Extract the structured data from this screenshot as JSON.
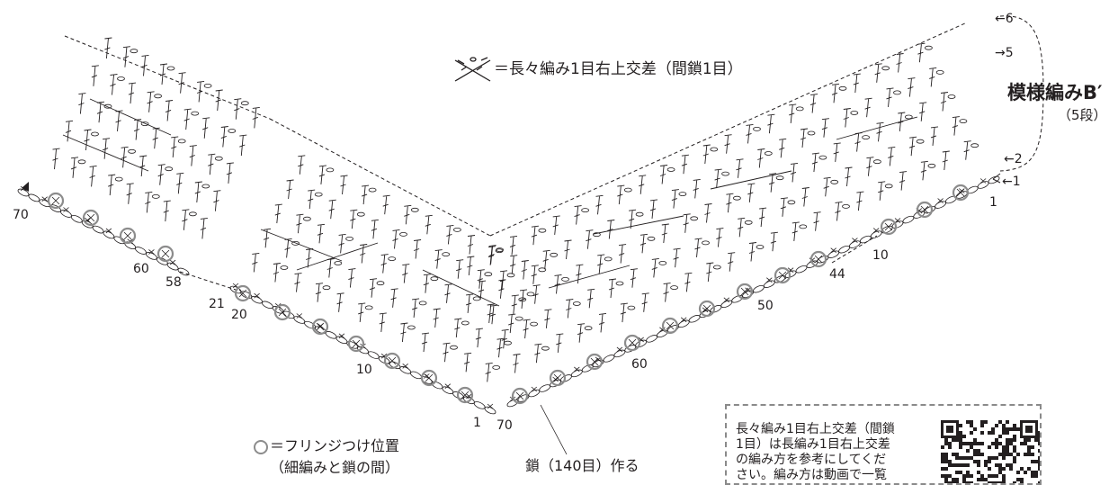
{
  "legend": {
    "cross_symbol_text": "＝長々編み1目右上交差（間鎖1目）",
    "fringe_text_line1": "＝フリンジつけ位置",
    "fringe_text_line2": "（細編みと鎖の間）",
    "chain_foundation": "鎖（140目）作る"
  },
  "pattern": {
    "title": "模様編みB′",
    "rows": "（5段）",
    "row_markers": [
      "←6",
      "→5",
      "←2",
      "←1"
    ]
  },
  "stitch_counts": [
    "70",
    "60",
    "58",
    "21",
    "20",
    "10",
    "1",
    "70",
    "60",
    "50",
    "44",
    "10",
    "1"
  ],
  "note": {
    "lines": [
      "長々編み1目右上交差（間鎖",
      "1目）は長編み1目右上交差",
      "の編み方を参考にしてくだ",
      "さい。編み方は動画で一覧"
    ]
  },
  "colors": {
    "ink": "#231f20",
    "fringe_marker": "#8c8c8c",
    "dashed_border": "#8a8a8a"
  },
  "icons": [
    "cross-stitch-symbol-icon",
    "fringe-circle-icon",
    "start-arrow-icon",
    "qr-code-icon"
  ]
}
